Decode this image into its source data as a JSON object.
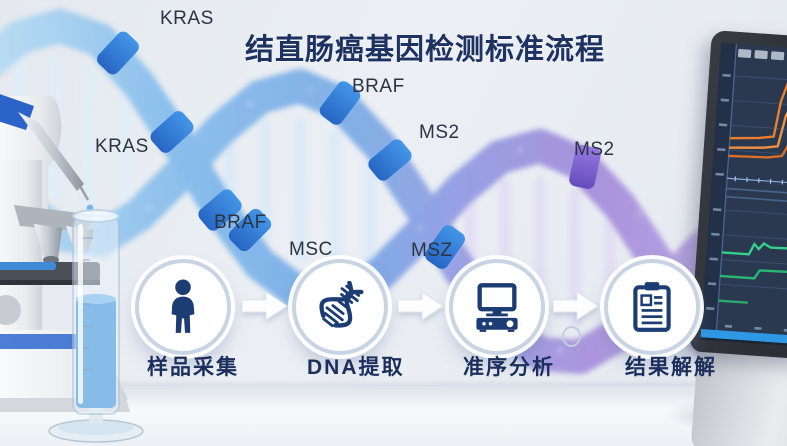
{
  "title": "结直肠癌基因检测标准流程",
  "gene_labels": [
    {
      "id": "kras-top",
      "text": "KRAS"
    },
    {
      "id": "kras-left",
      "text": "KRAS"
    },
    {
      "id": "braf-upper",
      "text": "BRAF"
    },
    {
      "id": "ms2-middle",
      "text": "MS2"
    },
    {
      "id": "ms2-right",
      "text": "MS2"
    },
    {
      "id": "braf-lower",
      "text": "BRAF"
    },
    {
      "id": "msc",
      "text": "MSC"
    },
    {
      "id": "msz",
      "text": "MSZ"
    }
  ],
  "workflow": {
    "steps": [
      {
        "label": "样品采集",
        "icon": "person-icon"
      },
      {
        "label": "DNA提取",
        "icon": "dna-icon"
      },
      {
        "label": "准序分析",
        "icon": "sequencer-icon"
      },
      {
        "label": "结果解解",
        "icon": "report-icon"
      }
    ]
  },
  "scene": {
    "left_props": [
      "microscope",
      "pipette",
      "graduated-cylinder-with-blue-liquid"
    ],
    "right_props": [
      "monitor-with-analysis-charts"
    ]
  },
  "colors": {
    "title": "#1d3261",
    "step_label": "#1b2e5c",
    "icon_navy": "#1c3c74",
    "helix_blue": "#5b9be2",
    "helix_purple": "#9579d6",
    "band_blue": "#1464c8",
    "band_purple": "#6a4ad0",
    "screen_bg": "#2a3950",
    "curve_orange": "#ec7e2e",
    "curve_green": "#35d08a",
    "screen_taskbar": "#2f98e4",
    "background": "#e7ebf1"
  }
}
